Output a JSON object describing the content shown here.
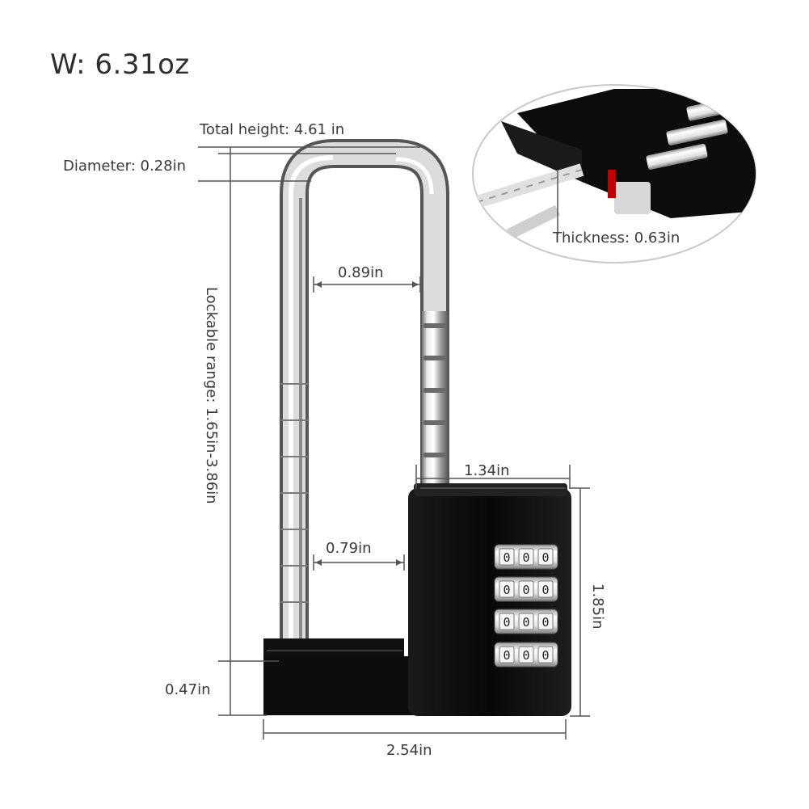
{
  "weight_text": "W:  6.31oz",
  "dimensions": {
    "total_height": "Total height: 4.61 in",
    "diameter": "Diameter: 0.28in",
    "lockable_range": "Lockable range: 1.65in-3.86in",
    "shackle_gap_top": "0.89in",
    "shackle_gap_bottom": "0.79in",
    "body_width": "1.34in",
    "body_height": "1.85in",
    "base_height": "0.47in",
    "total_width": "2.54in",
    "thickness": "Thickness: 0.63in"
  },
  "colors": {
    "lock_body": "#0c0c0c",
    "chrome": "#c8c8c8",
    "line": "#555555",
    "inset_border": "#c9c9c9"
  },
  "dial_digits": [
    "0",
    "0",
    "0",
    "0"
  ]
}
